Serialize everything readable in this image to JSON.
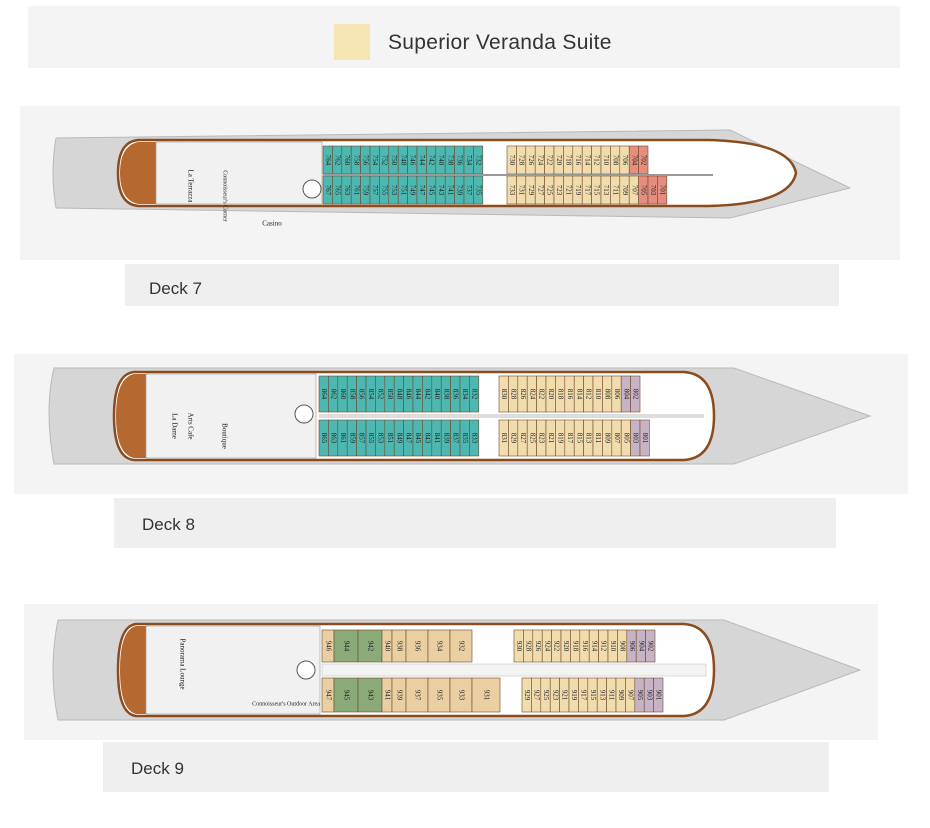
{
  "legend": {
    "label": "Superior Veranda Suite",
    "color": "#f5e6b3"
  },
  "colors": {
    "hull": "#d6d6d6",
    "hull_outline": "#b9b9b9",
    "deck_rim": "#8a4b1f",
    "wood": "#b5682f",
    "teal_cabin": "#4db8b2",
    "yellow_cabin": "#f1dcae",
    "tan_cabin": "#e9cfa2",
    "green_cabin": "#8aab78",
    "pink_cabin": "#e58d7e",
    "lilac_cabin": "#c7b3c6",
    "public_area": "#f1f1f1"
  },
  "decks": [
    {
      "id": "deck7",
      "label": "Deck 7",
      "public_labels": [
        "La Terrazza",
        "Connoisseur's Corner",
        "Casino"
      ],
      "port_cabins": [
        "764",
        "762",
        "760",
        "758",
        "756",
        "754",
        "752",
        "750",
        "748",
        "746",
        "744",
        "742",
        "740",
        "738",
        "736",
        "734",
        "732",
        "730",
        "728",
        "726",
        "724",
        "722",
        "720",
        "718",
        "716",
        "714",
        "712",
        "710",
        "708",
        "706",
        "704",
        "702"
      ],
      "stbd_cabins": [
        "767",
        "765",
        "763",
        "761",
        "759",
        "757",
        "755",
        "753",
        "751",
        "749",
        "747",
        "745",
        "743",
        "741",
        "739",
        "737",
        "735",
        "733",
        "731",
        "729",
        "727",
        "725",
        "723",
        "721",
        "719",
        "717",
        "715",
        "713",
        "711",
        "709",
        "707",
        "705",
        "703",
        "701"
      ]
    },
    {
      "id": "deck8",
      "label": "Deck 8",
      "public_labels": [
        "La Dame",
        "Arts Cafe",
        "Boutique"
      ],
      "port_cabins": [
        "864",
        "862",
        "860",
        "858",
        "856",
        "854",
        "852",
        "850",
        "848",
        "846",
        "844",
        "842",
        "840",
        "838",
        "836",
        "834",
        "832",
        "830",
        "828",
        "826",
        "824",
        "822",
        "820",
        "818",
        "816",
        "814",
        "812",
        "810",
        "808",
        "806",
        "804",
        "802"
      ],
      "stbd_cabins": [
        "865",
        "863",
        "861",
        "859",
        "857",
        "855",
        "853",
        "851",
        "849",
        "847",
        "845",
        "843",
        "841",
        "839",
        "837",
        "835",
        "833",
        "831",
        "829",
        "827",
        "825",
        "823",
        "821",
        "819",
        "817",
        "815",
        "813",
        "811",
        "809",
        "807",
        "805",
        "803",
        "801"
      ]
    },
    {
      "id": "deck9",
      "label": "Deck 9",
      "public_labels": [
        "Panorama Lounge",
        "Connoisseur's Outdoor Area"
      ],
      "port_cabins": [
        "946",
        "944",
        "942",
        "940",
        "938",
        "936",
        "934",
        "932",
        "930",
        "928",
        "926",
        "924",
        "922",
        "920",
        "918",
        "916",
        "914",
        "912",
        "910",
        "908",
        "906",
        "904",
        "902"
      ],
      "stbd_cabins": [
        "947",
        "945",
        "943",
        "941",
        "939",
        "937",
        "935",
        "933",
        "931",
        "929",
        "927",
        "925",
        "923",
        "921",
        "919",
        "917",
        "915",
        "913",
        "911",
        "909",
        "907",
        "905",
        "903",
        "901"
      ]
    }
  ]
}
